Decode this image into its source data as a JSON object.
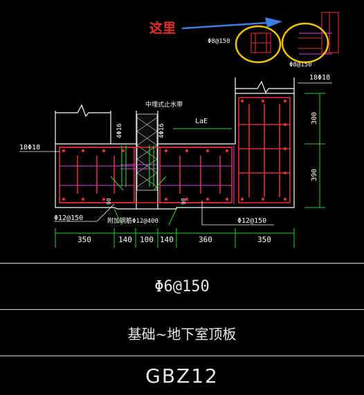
{
  "annotation": {
    "label": "这里",
    "color": "#e8302a",
    "arrow_color": "#3d7ee6",
    "circle_color": "#f5c400"
  },
  "detail_labels": {
    "small_rebar_1": "Φ8@150",
    "small_rebar_2": "Φ8@150",
    "top_right_rebar": "18Φ18",
    "left_rebar": "18Φ18",
    "water_stop": "中埋式止水带",
    "lae": "LaE",
    "vert_left": "4Φ16",
    "vert_right": "4Φ16",
    "bottom_left_rebar": "Φ12@150",
    "bottom_right_rebar": "Φ12@150",
    "additional_rebar": "附加钢筋Φ12@400",
    "hook_90_left": "90",
    "hook_90_right": "90",
    "dim_300": "300",
    "dim_390": "390"
  },
  "dimensions": [
    "350",
    "140",
    "100",
    "140",
    "360",
    "350"
  ],
  "table": {
    "rebar_spec": "Φ6@150",
    "range": "基础~地下室顶板",
    "code": "GBZ12"
  },
  "colors": {
    "concrete_outline": "#ffffff",
    "rebar_red": "#e03030",
    "stirrup_magenta": "#e040e0",
    "dimension_green": "#2ad62a",
    "water_stop_bg": "#101010"
  }
}
